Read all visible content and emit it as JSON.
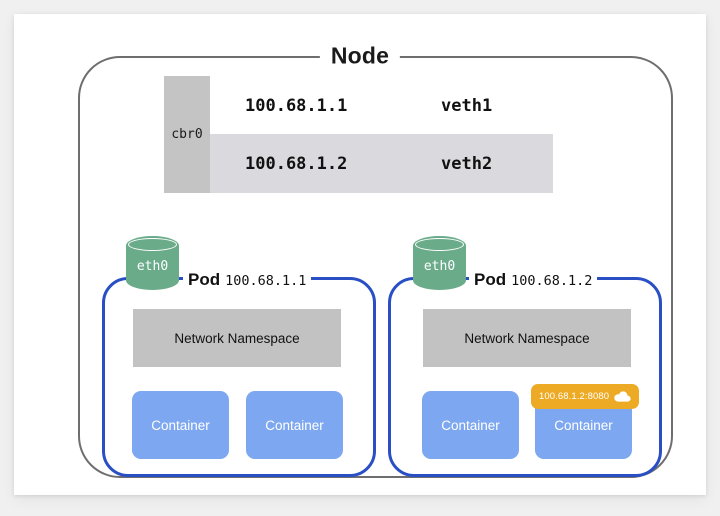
{
  "diagram": {
    "node": {
      "title": "Node",
      "border_color": "#6e6e6e"
    },
    "bridge": {
      "name": "cbr0",
      "fill": "#c4c4c4",
      "rows": [
        {
          "ip": "100.68.1.1",
          "veth": "veth1",
          "highlighted": false
        },
        {
          "ip": "100.68.1.2",
          "veth": "veth2",
          "highlighted": true
        }
      ],
      "highlight_fill": "#dadade"
    },
    "pods": [
      {
        "label_word": "Pod",
        "ip": "100.68.1.1",
        "interface": {
          "name": "eth0",
          "color": "#6aab8a"
        },
        "namespace_label": "Network Namespace",
        "border_color": "#2a4fc4",
        "containers": [
          {
            "label": "Container",
            "badge": null
          },
          {
            "label": "Container",
            "badge": null
          }
        ]
      },
      {
        "label_word": "Pod",
        "ip": "100.68.1.2",
        "interface": {
          "name": "eth0",
          "color": "#6aab8a"
        },
        "namespace_label": "Network Namespace",
        "border_color": "#2a4fc4",
        "containers": [
          {
            "label": "Container",
            "badge": null
          },
          {
            "label": "Container",
            "badge": {
              "text": "100.68.1.2:8080",
              "icon": "cloud-icon",
              "color": "#edaa24"
            }
          }
        ]
      }
    ],
    "palette": {
      "container_fill": "#7da7f0",
      "namespace_fill": "#c2c2c2",
      "page_bg": "#f0f0f0",
      "card_bg": "#ffffff"
    }
  }
}
